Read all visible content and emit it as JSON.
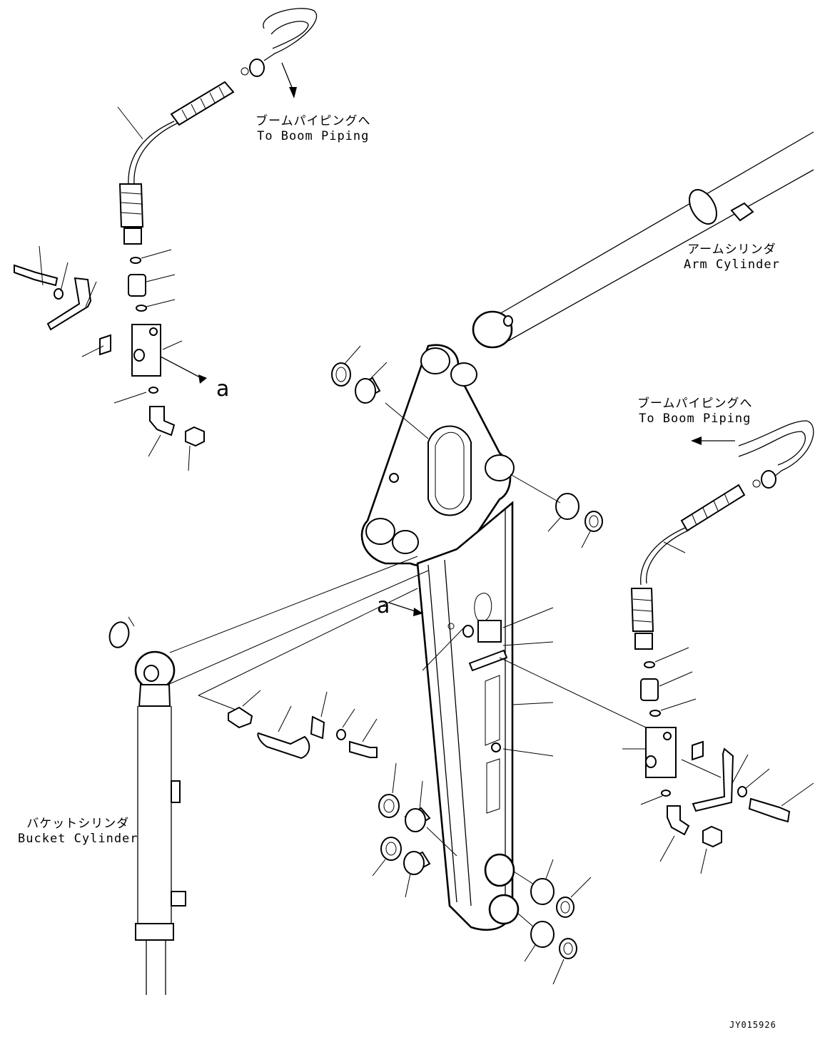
{
  "labels": {
    "boom_piping_top": {
      "jp": "ブームパイピングへ",
      "en": "To Boom Piping"
    },
    "arm_cylinder": {
      "jp": "アームシリンダ",
      "en": "Arm Cylinder"
    },
    "boom_piping_right": {
      "jp": "ブームパイピングへ",
      "en": "To Boom Piping"
    },
    "bucket_cylinder": {
      "jp": "バケットシリンダ",
      "en": "Bucket Cylinder"
    }
  },
  "refs": {
    "a_top": "a",
    "a_mid": "a"
  },
  "drawing_code": "JY015926"
}
